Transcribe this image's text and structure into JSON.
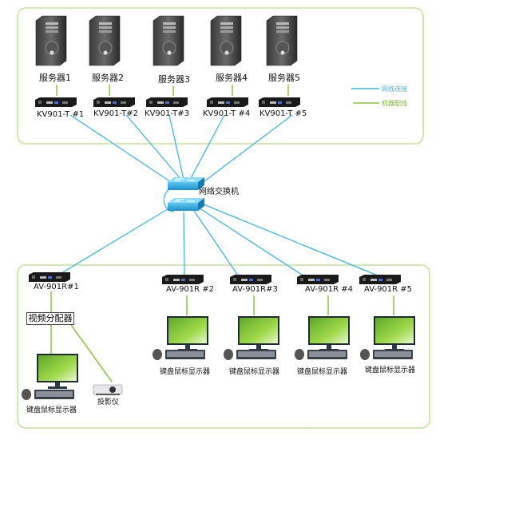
{
  "legend": {
    "network_label": "网线连接",
    "cable_label": "机器配线",
    "network_color": "#3fb5e5",
    "cable_color": "#8cc63f"
  },
  "switch": {
    "label": "网络交换机"
  },
  "servers": [
    {
      "label": "服务器1",
      "tx": "KV901-T #1"
    },
    {
      "label": "服务器2",
      "tx": "KV901-T#2"
    },
    {
      "label": "服务器3",
      "tx": "KV901-T#3"
    },
    {
      "label": "服务器4",
      "tx": "KV901-T #4"
    },
    {
      "label": "服务器5",
      "tx": "KV901-T #5"
    }
  ],
  "receivers": [
    {
      "label": "AV-901R#1"
    },
    {
      "label": "AV-901R #2",
      "station": "键盘鼠标显示器"
    },
    {
      "label": "AV-901R#3",
      "station": "键盘鼠标显示器"
    },
    {
      "label": "AV-901R #4",
      "station": "键盘鼠标显示器"
    },
    {
      "label": "AV-901R #5",
      "station": "键盘鼠标显示器"
    }
  ],
  "splitter": {
    "label": "视频分配器"
  },
  "station1": {
    "label": "键盘鼠标显示器"
  },
  "projector": {
    "label": "投影仪"
  }
}
